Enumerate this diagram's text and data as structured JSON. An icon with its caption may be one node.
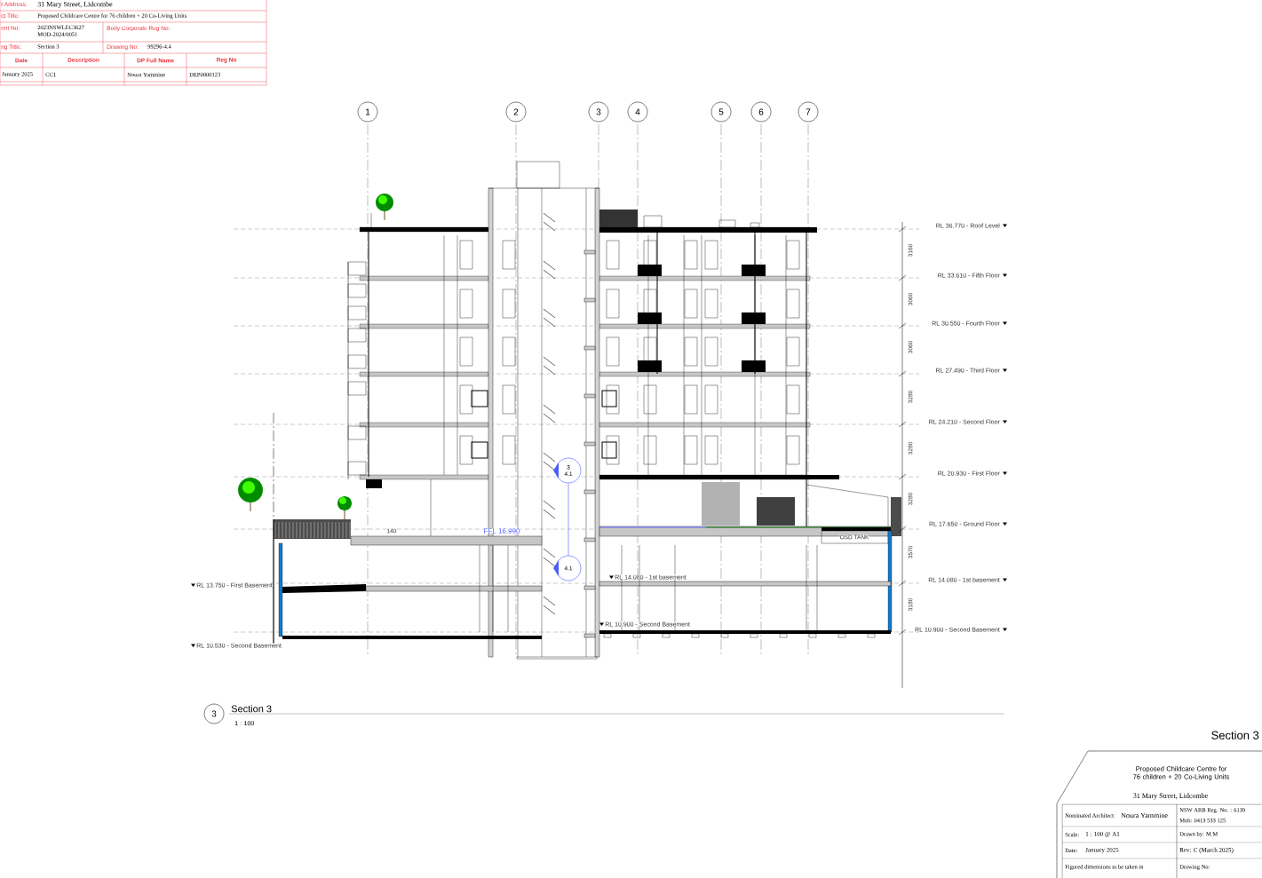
{
  "diagram": {
    "nodes": [
      {
        "text": [
          "1"
        ]
      },
      {
        "text": [
          "2"
        ]
      },
      {
        "text": [
          "3"
        ]
      },
      {
        "text": [
          "4"
        ]
      },
      {
        "text": [
          "5"
        ]
      },
      {
        "text": [
          "6"
        ]
      },
      {
        "text": [
          "7"
        ]
      },
      {
        "text": [
          "3"
        ],
        "beside": [
          "Section 3",
          "1 : 100"
        ]
      },
      {
        "text": [
          "3",
          "4.1"
        ]
      },
      {
        "text": [
          "4.1"
        ]
      }
    ],
    "edges": [
      {
        "from": 8,
        "to": 9,
        "arrow": "none",
        "color": "#4a5cff"
      }
    ],
    "labels": [
      "t Address:",
      "31 Mary Street, Lidcombe",
      "ct Title:",
      "Proposed Childcare Centre for 76 children + 20 Co-Living Units",
      "ent No:",
      "2023NSWLEC3627 MOD-2024/0051",
      "Body Corporate Reg No:",
      "ng Title:",
      "Section 3",
      "Drawing No:",
      "99296-4.4",
      "Date",
      "Description",
      "DP Full Name",
      "Reg No",
      "January 2025",
      "CC1",
      "Noura Yammine",
      "DEP0000123",
      "RL 36.770 - Roof Level",
      "RL 33.610 - Fifth Floor",
      "RL 30.550 - Fourth Floor",
      "RL 27.490 - Third Floor",
      "RL 24.210 - Second Floor",
      "RL 20.930 - First Floor",
      "RL 17.650 - Ground Floor",
      "RL 14.080 - 1st basement",
      "RL 10.900 - Second Basement",
      "3160",
      "3060",
      "3060",
      "3280",
      "3280",
      "3280",
      "3570",
      "3180",
      "RL 13.750 - First Basement",
      "RL 10.530 - Second Basement",
      "RL 14.080 - 1st basement",
      "RL 10.900 - Second Basement",
      "140",
      "FFL 16.990",
      "OSD TANK",
      "Section 3",
      "Proposed Childcare Centre for 76 children + 20 Co-Living Units",
      "31 Mary Street, Lidcombe",
      "Nominated Architect:",
      "Noura Yammine",
      "NSW ARB Reg. No. : 6139",
      "Mob: 0413 533 125",
      "Scale:",
      "1 : 100 @ A1",
      "Drawn by: M.M",
      "Date:",
      "January 2025",
      "Rev: C (March 2025)",
      "Figured dimensions to be taken in",
      "Drawing No:"
    ]
  }
}
